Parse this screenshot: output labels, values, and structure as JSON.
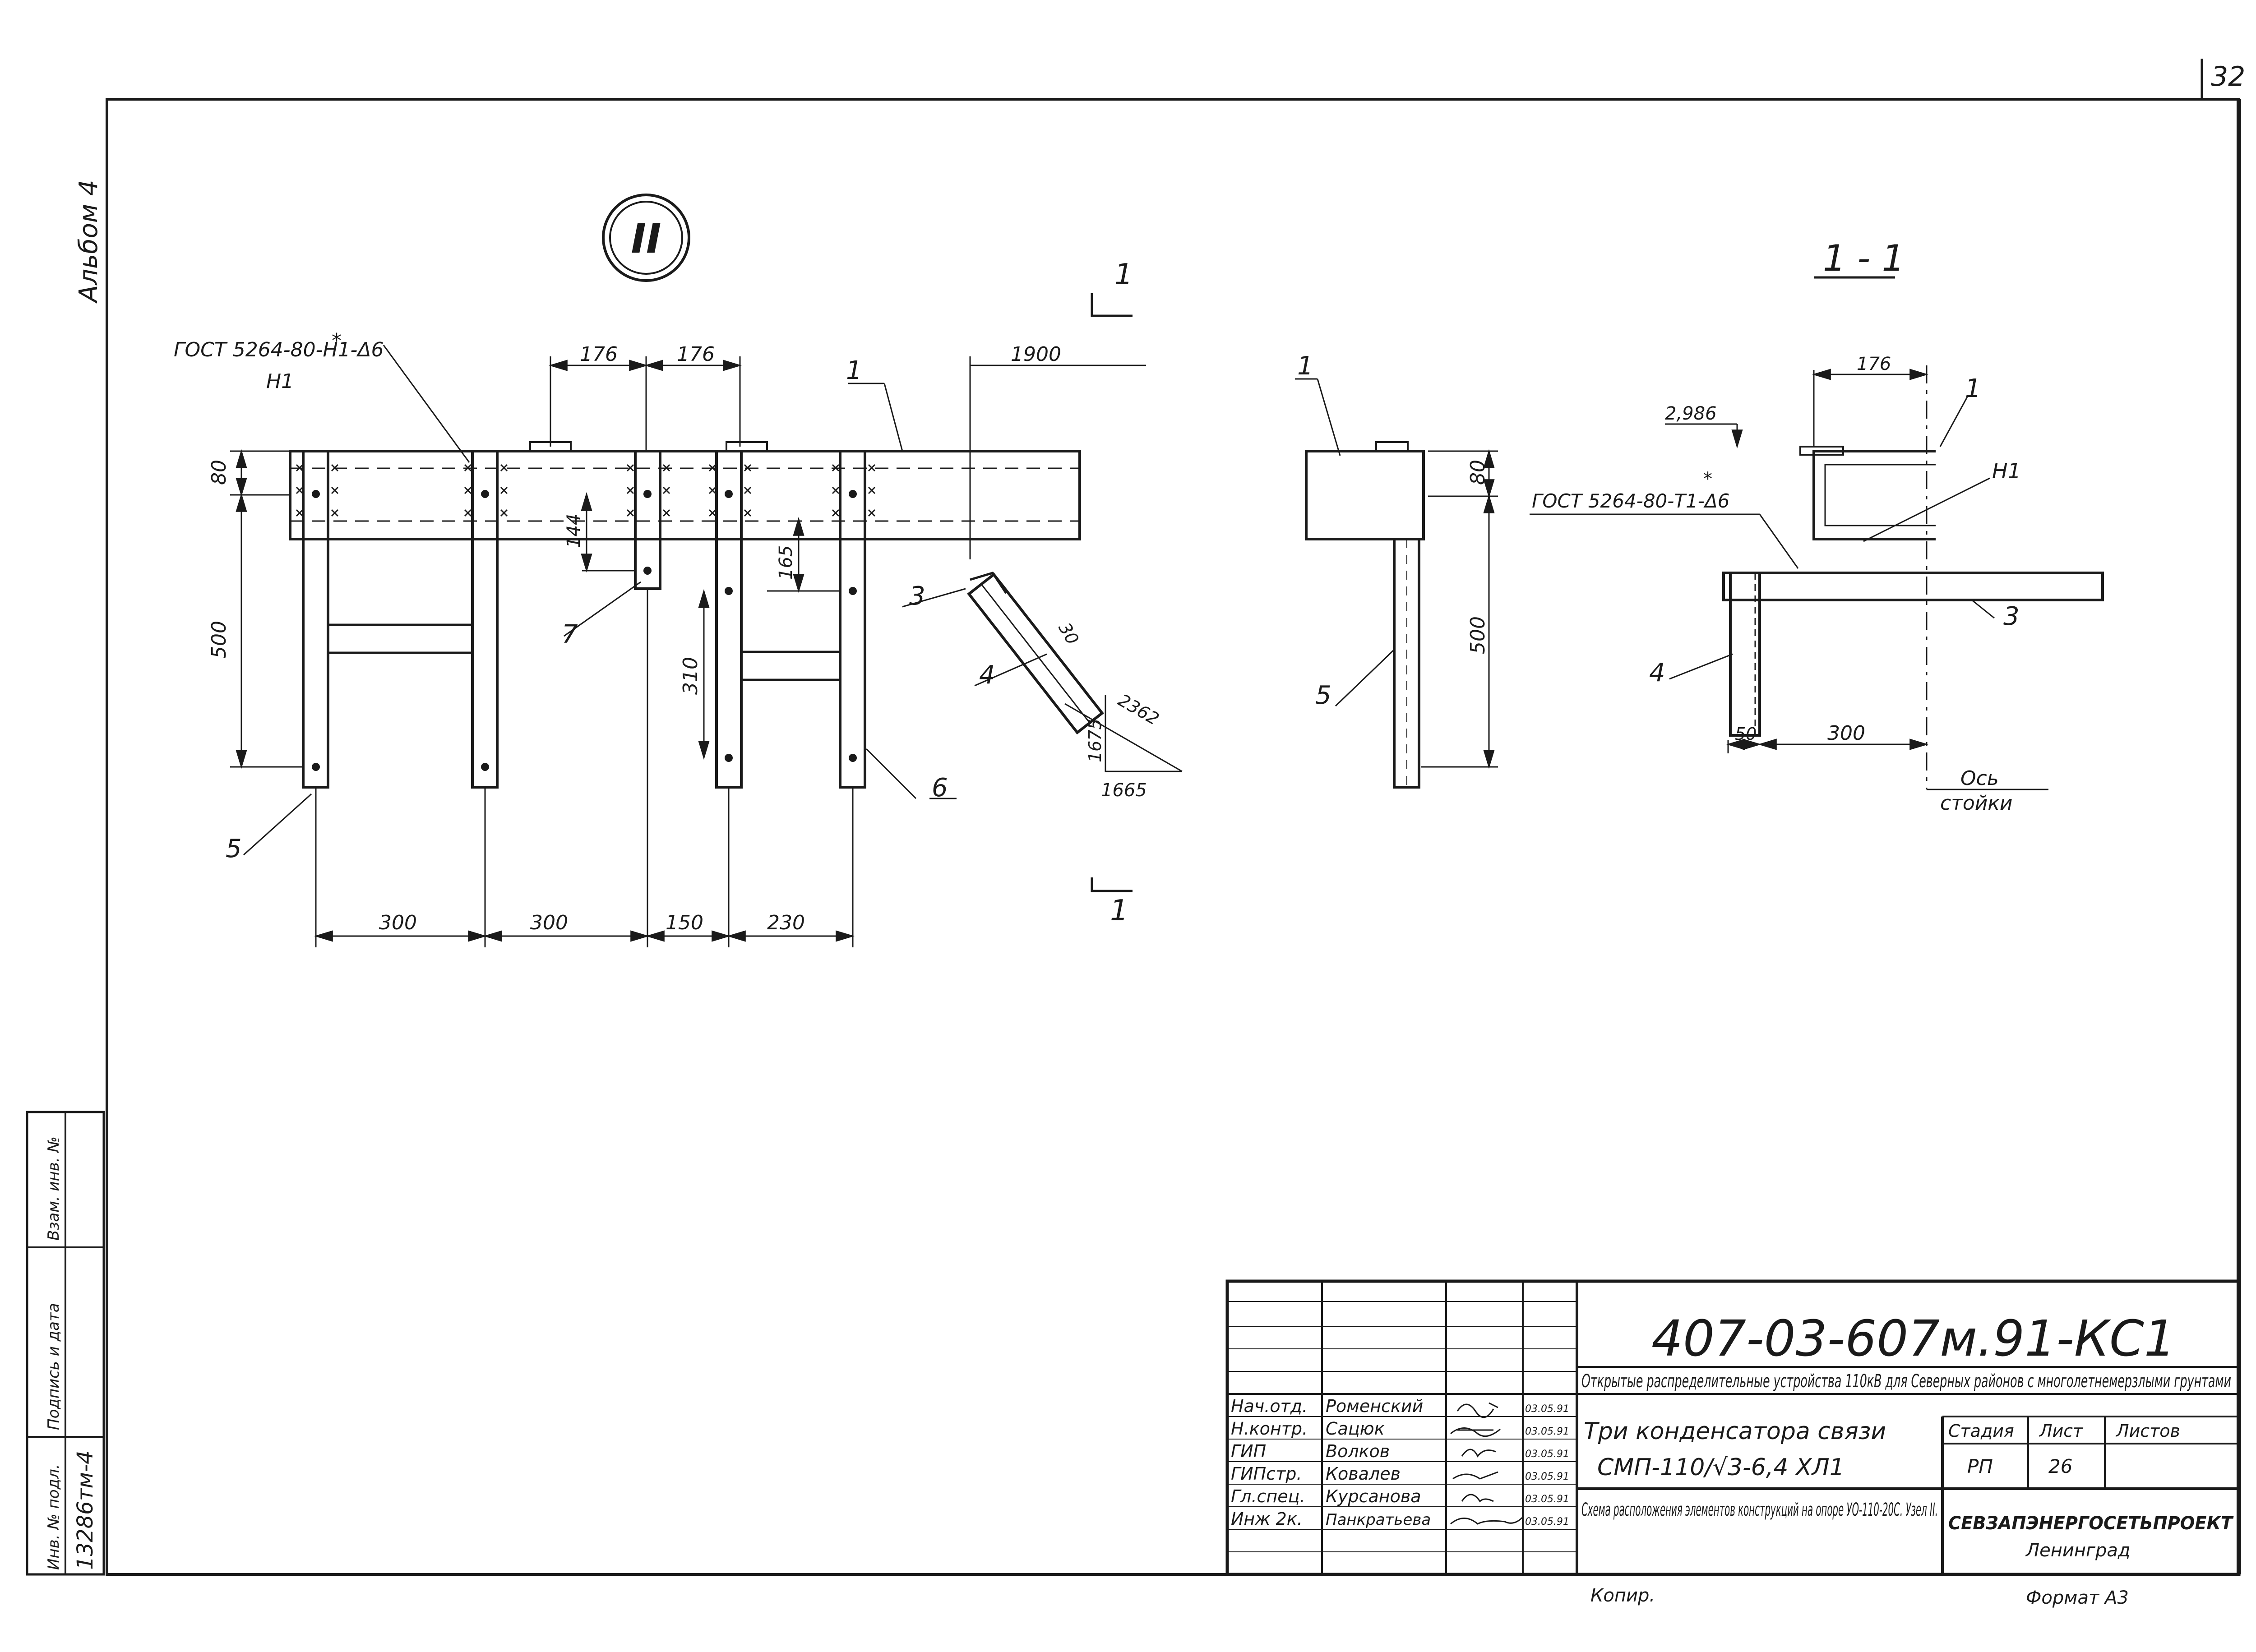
{
  "sheet_corner": "32",
  "album_label": "Альбом 4",
  "side_stamp": {
    "col1": "Инв. № подл.",
    "col2": "Подпись и дата",
    "col3": "Взам. инв. №",
    "inv_number": "13286тм-4"
  },
  "view_node": {
    "marker": "II",
    "weld_note": "ГОСТ 5264-80-Н1-Δ6",
    "weld_mark": "*",
    "weld_sub": "Н1",
    "dims": [
      "176",
      "176",
      "1900",
      "80",
      "500",
      "144",
      "165",
      "310",
      "30",
      "1675",
      "2362",
      "1665",
      "300",
      "300",
      "150",
      "230"
    ],
    "callouts": [
      "1",
      "3",
      "4",
      "5",
      "6",
      "7"
    ],
    "section_mark": "1"
  },
  "view_side": {
    "callouts": [
      "1",
      "5"
    ],
    "dims": [
      "80",
      "500"
    ]
  },
  "section_1_1": {
    "title": "1 - 1",
    "level": "2,986",
    "weld_note": "ГОСТ 5264-80-Т1-Δ6",
    "weld_mark": "*",
    "dims": [
      "176",
      "50",
      "300"
    ],
    "callouts": [
      "1",
      "Н1",
      "3",
      "4"
    ],
    "axis_label_1": "Ось",
    "axis_label_2": "стойки"
  },
  "title_block": {
    "doc_code": "407-03-607м.91-КС1",
    "project_title": "Открытые распределительные устройства 110кВ для Северных районов с многолетнемерзлыми грунтами",
    "object_title_1": "Три конденсатора связи",
    "object_title_2": "СМП-110/√3-6,4 ХЛ1",
    "sheet_title": "Схема расположения элементов конструкций на опоре УО-110-20С. Узел II.",
    "head_stage": "Стадия",
    "head_sheet": "Лист",
    "head_sheets": "Листов",
    "stage": "РП",
    "sheet": "26",
    "sheets": "",
    "org_name": "СЕВЗАПЭНЕРГОСЕТЬПРОЕКТ",
    "org_city": "Ленинград",
    "staff": [
      {
        "role": "Нач.отд.",
        "name": "Роменский",
        "date": "03.05.91"
      },
      {
        "role": "Н.контр.",
        "name": "Сацюк",
        "date": "03.05.91"
      },
      {
        "role": "ГИП",
        "name": "Волков",
        "date": "03.05.91"
      },
      {
        "role": "ГИПстр.",
        "name": "Ковалев",
        "date": "03.05.91"
      },
      {
        "role": "Гл.спец.",
        "name": "Курсанова",
        "date": "03.05.91"
      },
      {
        "role": "Инж 2к.",
        "name": "Панкратьева",
        "date": "03.05.91"
      }
    ],
    "copy_note": "Копир.",
    "format_note": "Формат А3"
  }
}
